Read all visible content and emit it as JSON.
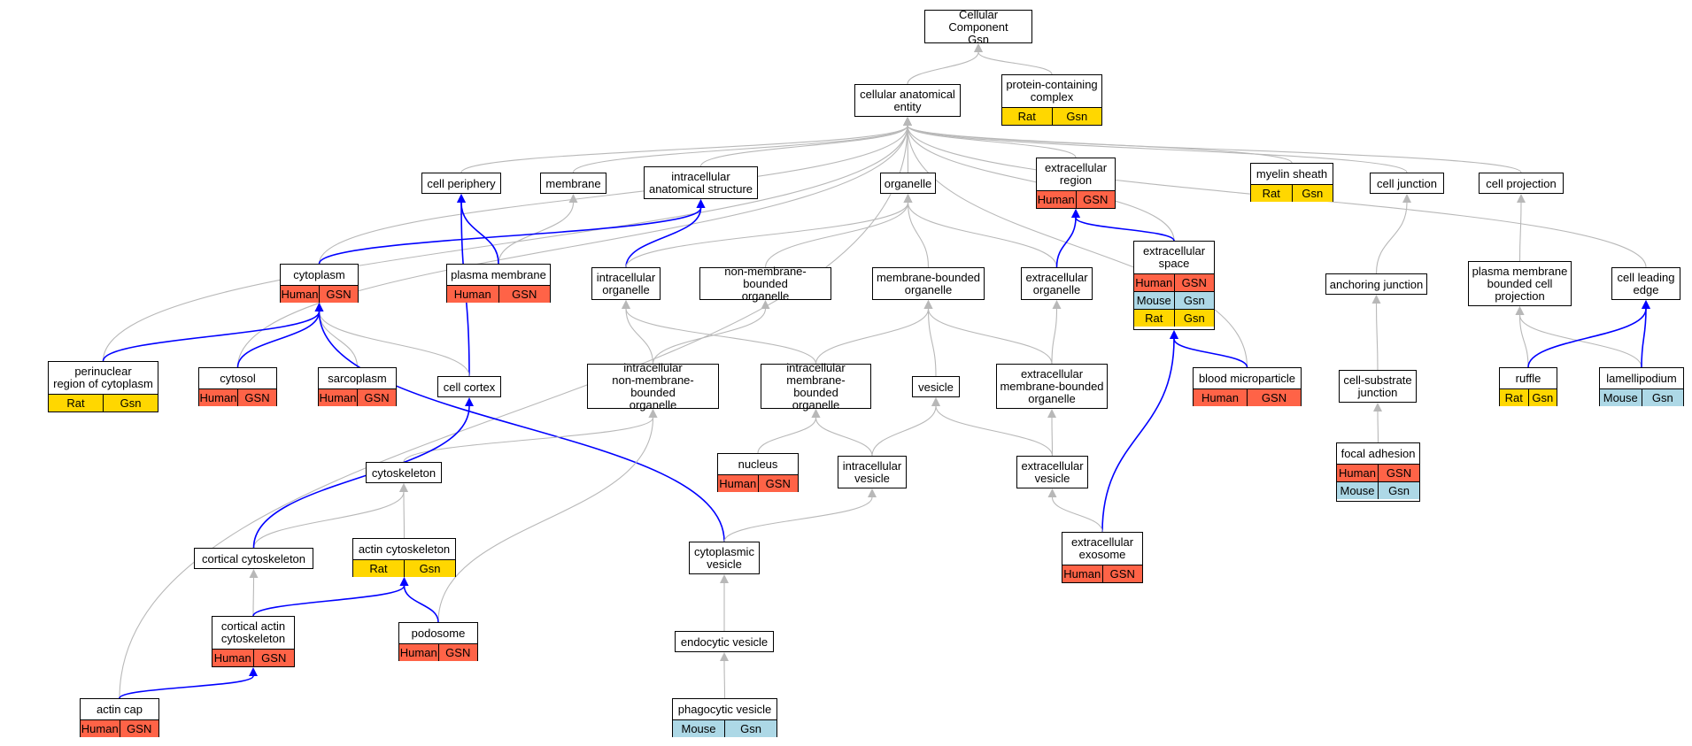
{
  "colors": {
    "human": "#ff6347",
    "rat": "#ffd700",
    "mouse": "#add8e6",
    "edge_gray": "#b8b8b8",
    "edge_blue": "#0000ff"
  },
  "nodes": {
    "cellular_component": {
      "label": "Cellular Component\nGsn",
      "rows": []
    },
    "protein_complex": {
      "label": "protein-containing\ncomplex",
      "rows": [
        {
          "species": "Rat",
          "gene": "Gsn",
          "color": "rat"
        }
      ]
    },
    "cellular_anatomical_entity": {
      "label": "cellular anatomical\nentity",
      "rows": []
    },
    "cell_periphery": {
      "label": "cell periphery",
      "rows": []
    },
    "membrane": {
      "label": "membrane",
      "rows": []
    },
    "intracellular_anatomical_structure": {
      "label": "intracellular\nanatomical structure",
      "rows": []
    },
    "organelle": {
      "label": "organelle",
      "rows": []
    },
    "extracellular_region": {
      "label": "extracellular\nregion",
      "rows": [
        {
          "species": "Human",
          "gene": "GSN",
          "color": "human"
        }
      ]
    },
    "myelin_sheath": {
      "label": "myelin sheath",
      "rows": [
        {
          "species": "Rat",
          "gene": "Gsn",
          "color": "rat"
        }
      ]
    },
    "cell_junction": {
      "label": "cell junction",
      "rows": []
    },
    "cell_projection": {
      "label": "cell projection",
      "rows": []
    },
    "cytoplasm": {
      "label": "cytoplasm",
      "rows": [
        {
          "species": "Human",
          "gene": "GSN",
          "color": "human"
        }
      ]
    },
    "plasma_membrane": {
      "label": "plasma membrane",
      "rows": [
        {
          "species": "Human",
          "gene": "GSN",
          "color": "human"
        }
      ]
    },
    "intracellular_organelle": {
      "label": "intracellular\norganelle",
      "rows": []
    },
    "non_membrane_bounded_organelle": {
      "label": "non-membrane-bounded\norganelle",
      "rows": []
    },
    "membrane_bounded_organelle": {
      "label": "membrane-bounded\norganelle",
      "rows": []
    },
    "extracellular_organelle": {
      "label": "extracellular\norganelle",
      "rows": []
    },
    "extracellular_space": {
      "label": "extracellular\nspace",
      "rows": [
        {
          "species": "Human",
          "gene": "GSN",
          "color": "human"
        },
        {
          "species": "Mouse",
          "gene": "Gsn",
          "color": "mouse"
        },
        {
          "species": "Rat",
          "gene": "Gsn",
          "color": "rat"
        }
      ]
    },
    "anchoring_junction": {
      "label": "anchoring junction",
      "rows": []
    },
    "plasma_membrane_bounded_cell_projection": {
      "label": "plasma membrane\nbounded cell\nprojection",
      "rows": []
    },
    "cell_leading_edge": {
      "label": "cell leading\nedge",
      "rows": []
    },
    "perinuclear_region": {
      "label": "perinuclear\nregion of cytoplasm",
      "rows": [
        {
          "species": "Rat",
          "gene": "Gsn",
          "color": "rat"
        }
      ]
    },
    "cytosol": {
      "label": "cytosol",
      "rows": [
        {
          "species": "Human",
          "gene": "GSN",
          "color": "human"
        }
      ]
    },
    "sarcoplasm": {
      "label": "sarcoplasm",
      "rows": [
        {
          "species": "Human",
          "gene": "GSN",
          "color": "human"
        }
      ]
    },
    "cell_cortex": {
      "label": "cell cortex",
      "rows": []
    },
    "intracellular_nmbo": {
      "label": "intracellular\nnon-membrane-bounded\norganelle",
      "rows": []
    },
    "intracellular_mbo": {
      "label": "intracellular\nmembrane-bounded\norganelle",
      "rows": []
    },
    "vesicle": {
      "label": "vesicle",
      "rows": []
    },
    "extracellular_mbo": {
      "label": "extracellular\nmembrane-bounded\norganelle",
      "rows": []
    },
    "blood_microparticle": {
      "label": "blood microparticle",
      "rows": [
        {
          "species": "Human",
          "gene": "GSN",
          "color": "human"
        }
      ]
    },
    "cell_substrate_junction": {
      "label": "cell-substrate\njunction",
      "rows": []
    },
    "ruffle": {
      "label": "ruffle",
      "rows": [
        {
          "species": "Rat",
          "gene": "Gsn",
          "color": "rat"
        }
      ]
    },
    "lamellipodium": {
      "label": "lamellipodium",
      "rows": [
        {
          "species": "Mouse",
          "gene": "Gsn",
          "color": "mouse"
        }
      ]
    },
    "cytoskeleton": {
      "label": "cytoskeleton",
      "rows": []
    },
    "nucleus": {
      "label": "nucleus",
      "rows": [
        {
          "species": "Human",
          "gene": "GSN",
          "color": "human"
        }
      ]
    },
    "intracellular_vesicle": {
      "label": "intracellular\nvesicle",
      "rows": []
    },
    "extracellular_vesicle": {
      "label": "extracellular\nvesicle",
      "rows": []
    },
    "focal_adhesion": {
      "label": "focal adhesion",
      "rows": [
        {
          "species": "Human",
          "gene": "GSN",
          "color": "human"
        },
        {
          "species": "Mouse",
          "gene": "Gsn",
          "color": "mouse"
        }
      ]
    },
    "actin_cytoskeleton": {
      "label": "actin cytoskeleton",
      "rows": [
        {
          "species": "Rat",
          "gene": "Gsn",
          "color": "rat"
        }
      ]
    },
    "cortical_cytoskeleton": {
      "label": "cortical cytoskeleton",
      "rows": []
    },
    "cytoplasmic_vesicle": {
      "label": "cytoplasmic\nvesicle",
      "rows": []
    },
    "extracellular_exosome": {
      "label": "extracellular\nexosome",
      "rows": [
        {
          "species": "Human",
          "gene": "GSN",
          "color": "human"
        }
      ]
    },
    "cortical_actin_cytoskeleton": {
      "label": "cortical actin\ncytoskeleton",
      "rows": [
        {
          "species": "Human",
          "gene": "GSN",
          "color": "human"
        }
      ]
    },
    "podosome": {
      "label": "podosome",
      "rows": [
        {
          "species": "Human",
          "gene": "GSN",
          "color": "human"
        }
      ]
    },
    "endocytic_vesicle": {
      "label": "endocytic vesicle",
      "rows": []
    },
    "actin_cap": {
      "label": "actin cap",
      "rows": [
        {
          "species": "Human",
          "gene": "GSN",
          "color": "human"
        }
      ]
    },
    "phagocytic_vesicle": {
      "label": "phagocytic vesicle",
      "rows": [
        {
          "species": "Mouse",
          "gene": "Gsn",
          "color": "mouse"
        }
      ]
    }
  },
  "edges": [
    {
      "from": "protein_complex",
      "to": "cellular_component",
      "type": "is_a"
    },
    {
      "from": "cellular_anatomical_entity",
      "to": "cellular_component",
      "type": "is_a"
    },
    {
      "from": "cell_periphery",
      "to": "cellular_anatomical_entity",
      "type": "is_a"
    },
    {
      "from": "membrane",
      "to": "cellular_anatomical_entity",
      "type": "is_a"
    },
    {
      "from": "intracellular_anatomical_structure",
      "to": "cellular_anatomical_entity",
      "type": "is_a"
    },
    {
      "from": "organelle",
      "to": "cellular_anatomical_entity",
      "type": "is_a"
    },
    {
      "from": "extracellular_region",
      "to": "cellular_anatomical_entity",
      "type": "is_a"
    },
    {
      "from": "myelin_sheath",
      "to": "cellular_anatomical_entity",
      "type": "is_a"
    },
    {
      "from": "cell_junction",
      "to": "cellular_anatomical_entity",
      "type": "is_a"
    },
    {
      "from": "cell_projection",
      "to": "cellular_anatomical_entity",
      "type": "is_a"
    },
    {
      "from": "cytoplasm",
      "to": "cellular_anatomical_entity",
      "type": "is_a"
    },
    {
      "from": "cytosol",
      "to": "cellular_anatomical_entity",
      "type": "is_a"
    },
    {
      "from": "perinuclear_region",
      "to": "cellular_anatomical_entity",
      "type": "is_a"
    },
    {
      "from": "actin_cap",
      "to": "cellular_anatomical_entity",
      "type": "is_a"
    },
    {
      "from": "extracellular_space",
      "to": "cellular_anatomical_entity",
      "type": "is_a"
    },
    {
      "from": "blood_microparticle",
      "to": "cellular_anatomical_entity",
      "type": "is_a"
    },
    {
      "from": "cell_leading_edge",
      "to": "cellular_anatomical_entity",
      "type": "is_a"
    },
    {
      "from": "plasma_membrane",
      "to": "membrane",
      "type": "is_a"
    },
    {
      "from": "plasma_membrane",
      "to": "cell_periphery",
      "type": "part_of"
    },
    {
      "from": "cell_cortex",
      "to": "cell_periphery",
      "type": "part_of"
    },
    {
      "from": "cytoplasm",
      "to": "intracellular_anatomical_structure",
      "type": "part_of"
    },
    {
      "from": "intracellular_organelle",
      "to": "intracellular_anatomical_structure",
      "type": "part_of"
    },
    {
      "from": "intracellular_organelle",
      "to": "organelle",
      "type": "is_a"
    },
    {
      "from": "non_membrane_bounded_organelle",
      "to": "organelle",
      "type": "is_a"
    },
    {
      "from": "membrane_bounded_organelle",
      "to": "organelle",
      "type": "is_a"
    },
    {
      "from": "extracellular_organelle",
      "to": "organelle",
      "type": "is_a"
    },
    {
      "from": "extracellular_organelle",
      "to": "extracellular_region",
      "type": "part_of"
    },
    {
      "from": "extracellular_space",
      "to": "extracellular_region",
      "type": "part_of"
    },
    {
      "from": "anchoring_junction",
      "to": "cell_junction",
      "type": "is_a"
    },
    {
      "from": "plasma_membrane_bounded_cell_projection",
      "to": "cell_projection",
      "type": "is_a"
    },
    {
      "from": "perinuclear_region",
      "to": "cytoplasm",
      "type": "part_of"
    },
    {
      "from": "cytosol",
      "to": "cytoplasm",
      "type": "part_of"
    },
    {
      "from": "sarcoplasm",
      "to": "cytoplasm",
      "type": "is_a"
    },
    {
      "from": "cell_cortex",
      "to": "cytoplasm",
      "type": "is_a"
    },
    {
      "from": "cytoplasmic_vesicle",
      "to": "cytoplasm",
      "type": "part_of"
    },
    {
      "from": "intracellular_nmbo",
      "to": "intracellular_organelle",
      "type": "is_a"
    },
    {
      "from": "intracellular_mbo",
      "to": "intracellular_organelle",
      "type": "is_a"
    },
    {
      "from": "intracellular_nmbo",
      "to": "non_membrane_bounded_organelle",
      "type": "is_a"
    },
    {
      "from": "intracellular_mbo",
      "to": "membrane_bounded_organelle",
      "type": "is_a"
    },
    {
      "from": "vesicle",
      "to": "membrane_bounded_organelle",
      "type": "is_a"
    },
    {
      "from": "extracellular_mbo",
      "to": "membrane_bounded_organelle",
      "type": "is_a"
    },
    {
      "from": "extracellular_mbo",
      "to": "extracellular_organelle",
      "type": "is_a"
    },
    {
      "from": "blood_microparticle",
      "to": "extracellular_space",
      "type": "part_of"
    },
    {
      "from": "extracellular_exosome",
      "to": "extracellular_space",
      "type": "part_of"
    },
    {
      "from": "cell_substrate_junction",
      "to": "anchoring_junction",
      "type": "is_a"
    },
    {
      "from": "ruffle",
      "to": "plasma_membrane_bounded_cell_projection",
      "type": "is_a"
    },
    {
      "from": "lamellipodium",
      "to": "plasma_membrane_bounded_cell_projection",
      "type": "is_a"
    },
    {
      "from": "ruffle",
      "to": "cell_leading_edge",
      "type": "part_of"
    },
    {
      "from": "lamellipodium",
      "to": "cell_leading_edge",
      "type": "part_of"
    },
    {
      "from": "cytoskeleton",
      "to": "intracellular_nmbo",
      "type": "is_a"
    },
    {
      "from": "podosome",
      "to": "intracellular_nmbo",
      "type": "is_a"
    },
    {
      "from": "nucleus",
      "to": "intracellular_mbo",
      "type": "is_a"
    },
    {
      "from": "intracellular_vesicle",
      "to": "intracellular_mbo",
      "type": "is_a"
    },
    {
      "from": "intracellular_vesicle",
      "to": "vesicle",
      "type": "is_a"
    },
    {
      "from": "extracellular_vesicle",
      "to": "vesicle",
      "type": "is_a"
    },
    {
      "from": "extracellular_vesicle",
      "to": "extracellular_mbo",
      "type": "is_a"
    },
    {
      "from": "focal_adhesion",
      "to": "cell_substrate_junction",
      "type": "is_a"
    },
    {
      "from": "actin_cytoskeleton",
      "to": "cytoskeleton",
      "type": "is_a"
    },
    {
      "from": "cortical_cytoskeleton",
      "to": "cytoskeleton",
      "type": "is_a"
    },
    {
      "from": "cytoplasmic_vesicle",
      "to": "intracellular_vesicle",
      "type": "is_a"
    },
    {
      "from": "extracellular_exosome",
      "to": "extracellular_vesicle",
      "type": "is_a"
    },
    {
      "from": "cortical_cytoskeleton",
      "to": "cell_cortex",
      "type": "part_of"
    },
    {
      "from": "cortical_actin_cytoskeleton",
      "to": "cortical_cytoskeleton",
      "type": "is_a"
    },
    {
      "from": "cortical_actin_cytoskeleton",
      "to": "actin_cytoskeleton",
      "type": "part_of"
    },
    {
      "from": "podosome",
      "to": "actin_cytoskeleton",
      "type": "part_of"
    },
    {
      "from": "endocytic_vesicle",
      "to": "cytoplasmic_vesicle",
      "type": "is_a"
    },
    {
      "from": "actin_cap",
      "to": "cortical_actin_cytoskeleton",
      "type": "part_of"
    },
    {
      "from": "phagocytic_vesicle",
      "to": "endocytic_vesicle",
      "type": "is_a"
    }
  ]
}
